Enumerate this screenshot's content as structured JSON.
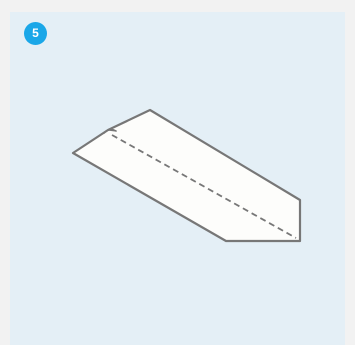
{
  "step": {
    "number": "5",
    "badge_color": "#1aa7e8"
  },
  "colors": {
    "page_background": "#f2f2f2",
    "panel_background": "#e4eff6",
    "paper_fill": "#fdfdfb",
    "outline": "#777777",
    "fold_line": "#777777"
  },
  "illustration": {
    "subject": "folded-paper-airplane-wing",
    "fold_line_style": "dashed"
  }
}
